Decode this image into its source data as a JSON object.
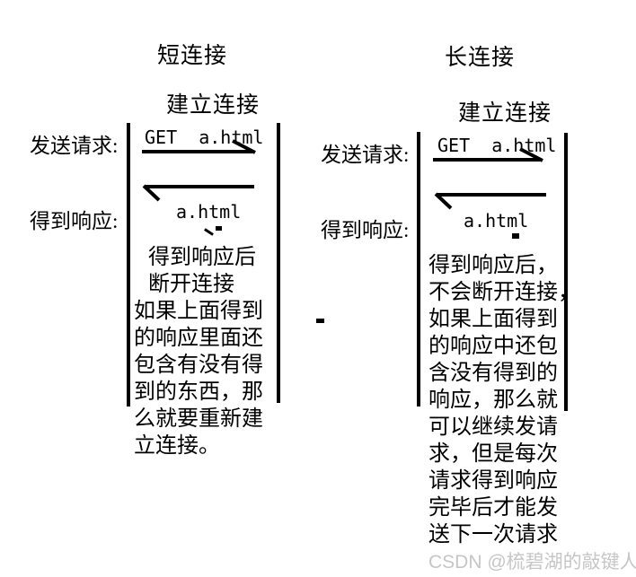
{
  "short": {
    "title": "短连接",
    "establish_label": "建立连接",
    "send_label": "发送请求:",
    "receive_label": "得到响应:",
    "request_msg": "GET  a.html",
    "response_msg": "a.html",
    "note_lines": [
      "得到响应后",
      "断开连接",
      "如果上面得到",
      "的响应里面还",
      "包含有没有得",
      "到的东西，那",
      "么就要重新建",
      "立连接。"
    ]
  },
  "long": {
    "title": "长连接",
    "establish_label": "建立连接",
    "send_label": "发送请求:",
    "receive_label": "得到响应:",
    "request_msg": "GET  a.html",
    "response_msg": "a.html",
    "note_lines": [
      "得到响应后，",
      "不会断开连接，",
      "如果上面得到",
      "的响应中还包",
      "含没有得到的",
      "响应，那么就",
      "可以继续发请",
      "求，但是每次",
      "请求得到响应",
      "完毕后才能发",
      "送下一次请求"
    ]
  },
  "watermark": "CSDN @梳碧湖的敲键人",
  "colors": {
    "ink": "#000000",
    "watermark": "#c6c6c6",
    "background": "#ffffff"
  }
}
